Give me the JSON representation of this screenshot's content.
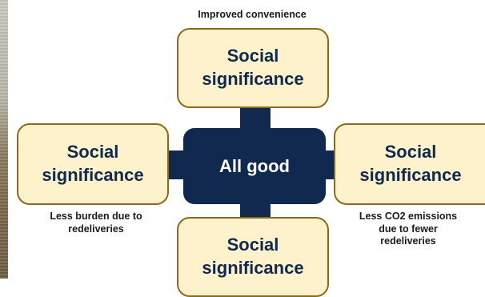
{
  "center": {
    "label": "All good"
  },
  "nodes": {
    "top": {
      "line1": "Social",
      "line2": "significance"
    },
    "left": {
      "line1": "Social",
      "line2": "significance"
    },
    "right": {
      "line1": "Social",
      "line2": "significance"
    },
    "bottom": {
      "line1": "Social",
      "line2": "significance"
    }
  },
  "captions": {
    "top": "Improved convenience",
    "left_line1": "Less burden due to",
    "left_line2": "redeliveries",
    "right_line1": "Less CO2 emissions",
    "right_line2": "due to fewer",
    "right_line3": "redeliveries"
  },
  "colors": {
    "hub": "#11284f",
    "node_fill": "#fdf2cc",
    "node_border": "#8a6a1a"
  }
}
